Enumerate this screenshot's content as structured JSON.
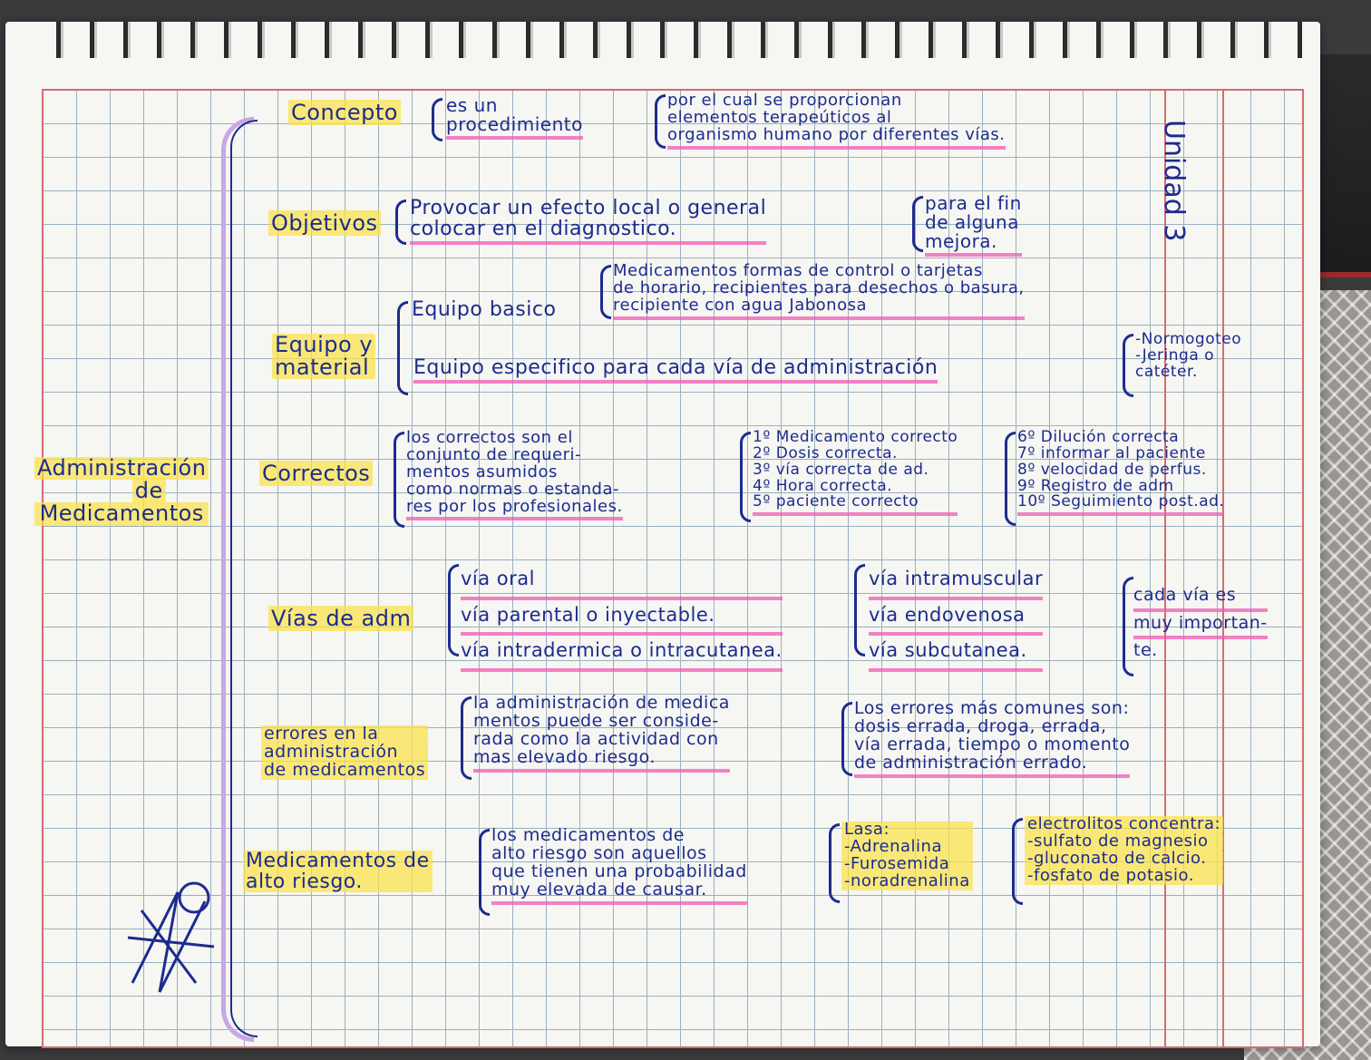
{
  "side_title": "Unidad 3",
  "main_title": [
    "Administración",
    "de",
    "Medicamentos"
  ],
  "sections": {
    "concepto": {
      "topic": "Concepto",
      "a": [
        "es un",
        "procedimiento"
      ],
      "b": [
        "por el cual se proporcionan",
        "elementos terapeúticos al",
        "organismo humano por diferentes vías."
      ]
    },
    "objetivos": {
      "topic": "Objetivos",
      "a": [
        "Provocar un efecto local o general",
        "colocar en el diagnostico."
      ],
      "b": [
        "para el fin",
        "de alguna",
        "mejora."
      ]
    },
    "equipo": {
      "topic": [
        "Equipo y",
        "material"
      ],
      "basico_label": "Equipo basico",
      "basico": [
        "Medicamentos formas de control o tarjetas",
        "de horario, recipientes para desechos o basura,",
        "recipiente con agua Jabonosa"
      ],
      "especifico_label": "Equipo especifico para cada vía de administración",
      "especifico": [
        "-Normogoteo",
        "-Jeringa o",
        "catéter."
      ]
    },
    "correctos": {
      "topic": "Correctos",
      "a": [
        "los correctos son el",
        "conjunto de requeri-",
        "mentos asumidos",
        "como normas o estanda-",
        "res por los profesionales."
      ],
      "b": [
        "1º Medicamento correcto",
        "2º Dosis correcta.",
        "3º vía correcta de ad.",
        "4º Hora correcta.",
        "5º paciente correcto"
      ],
      "c": [
        "6º Dilución correcta",
        "7º informar al paciente",
        "8º velocidad de perfus.",
        "9º Registro de adm",
        "10º Seguimiento post.ad."
      ]
    },
    "vias": {
      "topic": "Vías de adm",
      "a": [
        "vía oral",
        "vía parental o inyectable.",
        "vía intradermica o intracutanea."
      ],
      "b": [
        "vía intramuscular",
        "vía endovenosa",
        "vía subcutanea."
      ],
      "c": [
        "cada vía es",
        "muy importan-",
        "te."
      ]
    },
    "errores": {
      "topic": [
        "errores en la",
        "administración",
        "de medicamentos"
      ],
      "a": [
        "la administración de medica",
        "mentos puede ser conside-",
        "rada como la actividad con",
        "mas elevado riesgo."
      ],
      "b": [
        "Los errores más comunes son:",
        "dosis errada, droga, errada,",
        "vía errada, tiempo o momento",
        "de administración errado."
      ]
    },
    "alto_riesgo": {
      "topic": [
        "Medicamentos de",
        "alto riesgo."
      ],
      "a": [
        "los medicamentos de",
        "alto riesgo son aquellos",
        "que tienen una probabilidad",
        "muy elevada de causar."
      ],
      "b": [
        "Lasa:",
        "-Adrenalina",
        "-Furosemida",
        "-noradrenalina"
      ],
      "c": [
        "electrolitos concentra:",
        "-sulfato de magnesio",
        "-gluconato de calcio.",
        "-fosfato de potasio."
      ]
    }
  }
}
